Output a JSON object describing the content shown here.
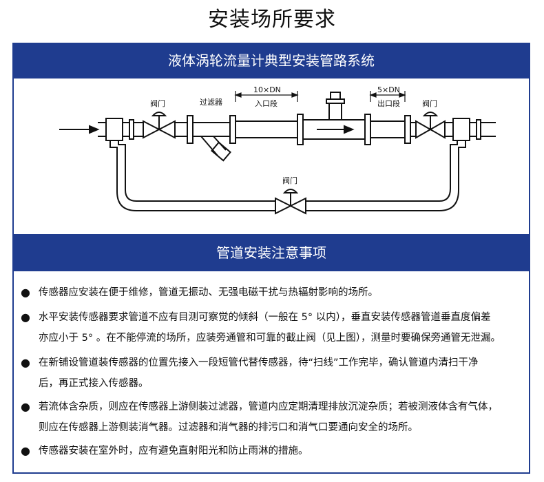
{
  "page_title": "安装场所要求",
  "section1": {
    "title": "液体涡轮流量计典型安装管路系统"
  },
  "diagram": {
    "valve_label": "阀门",
    "filter_label": "过滤器",
    "inlet_dim": "10×DN",
    "inlet_label": "入口段",
    "outlet_dim": "5×DN",
    "outlet_label": "出口段"
  },
  "section2": {
    "title": "管道安装注意事项",
    "notes": [
      {
        "bullet": "●",
        "lines": [
          "传感器应安装在便于维修，管道无振动、无强电磁干扰与热辐射影响的场所。"
        ]
      },
      {
        "bullet": "●",
        "lines": [
          "水平安装传感器要求管道不应有目测可察觉的倾斜（一般在 5° 以内），垂直安装传感器管道垂直度偏差",
          "亦应小于 5° 。在不能停流的场所，应装旁通管和可靠的截止阀（见上图），测量时要确保旁通管无泄漏。"
        ]
      },
      {
        "bullet": "●",
        "lines": [
          "在新铺设管道装传感器的位置先接入一段短管代替传感器，待“扫线”工作完毕，确认管道内清扫干净",
          "后，再正式接入传感器。"
        ]
      },
      {
        "bullet": "●",
        "lines": [
          "若流体含杂质，则应在传感器上游侧装过滤器，管道内应定期清理排放沉淀杂质；若被测液体含有气体，",
          "则应在传感器上游侧装消气器。过滤器和消气器的排污口和消气口要通向安全的场所。"
        ]
      },
      {
        "bullet": "●",
        "lines": [
          "传感器安装在室外时，应有避免直射阳光和防止雨淋的措施。"
        ]
      }
    ]
  }
}
